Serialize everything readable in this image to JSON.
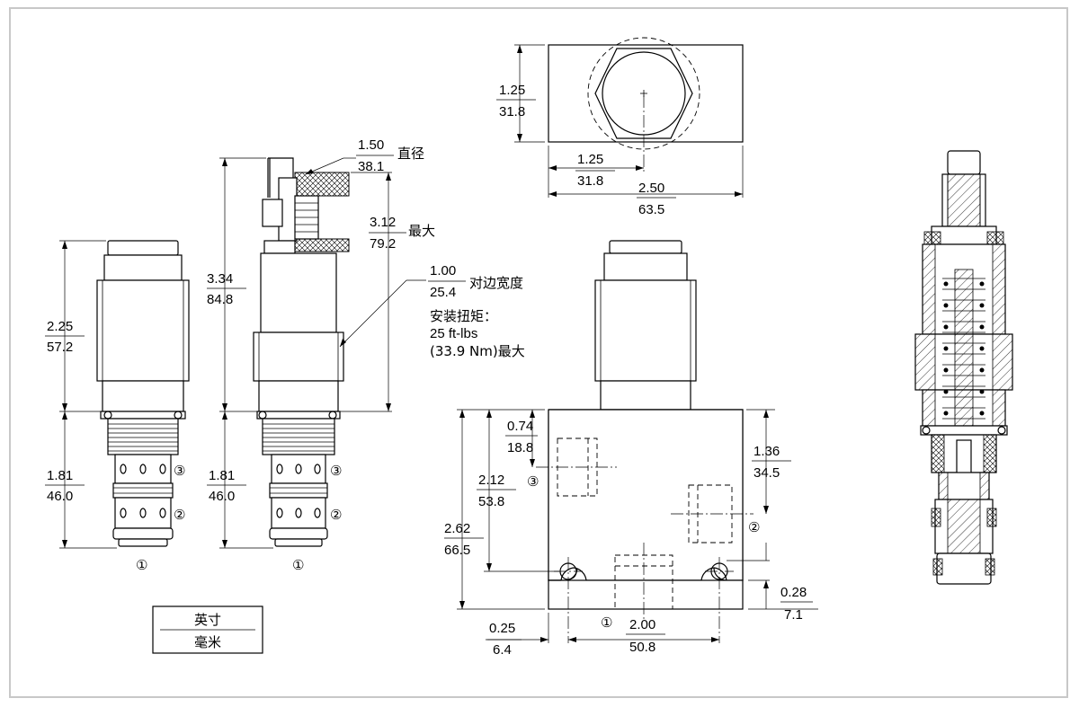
{
  "dims": {
    "overall_h_top": "2.25",
    "overall_h_bot": "57.2",
    "cart_h_top": "1.81",
    "cart_h_bot": "46.0",
    "side_h_top": "3.34",
    "side_h_bot": "84.8",
    "cart2_h_top": "1.81",
    "cart2_h_bot": "46.0",
    "knob_d_top": "1.50",
    "knob_d_bot": "38.1",
    "knob_d_label": "直径",
    "knob_max_top": "3.12",
    "knob_max_bot": "79.2",
    "knob_max_label": "最大",
    "hex_top": "1.00",
    "hex_bot": "25.4",
    "hex_label": "对边宽度",
    "torque_label": "安装扭矩：",
    "torque_value": "25 ft-lbs",
    "torque_metric": "(33.9 Nm)最大",
    "top_h_top": "1.25",
    "top_h_bot": "31.8",
    "top_w_half_top": "1.25",
    "top_w_half_bot": "31.8",
    "top_w_top": "2.50",
    "top_w_bot": "63.5",
    "p3_top": "0.74",
    "p3_bot": "18.8",
    "p3b_top": "2.12",
    "p3b_bot": "53.8",
    "blk_h_top": "2.62",
    "blk_h_bot": "66.5",
    "p2_top": "1.36",
    "p2_bot": "34.5",
    "hole_y_top": "0.28",
    "hole_y_bot": "7.1",
    "hole_x_top": "0.25",
    "hole_x_bot": "6.4",
    "hole_sp_top": "2.00",
    "hole_sp_bot": "50.8"
  },
  "ports": {
    "p1": "①",
    "p2": "②",
    "p3": "③"
  },
  "legend": {
    "inch": "英寸",
    "mm": "毫米"
  }
}
